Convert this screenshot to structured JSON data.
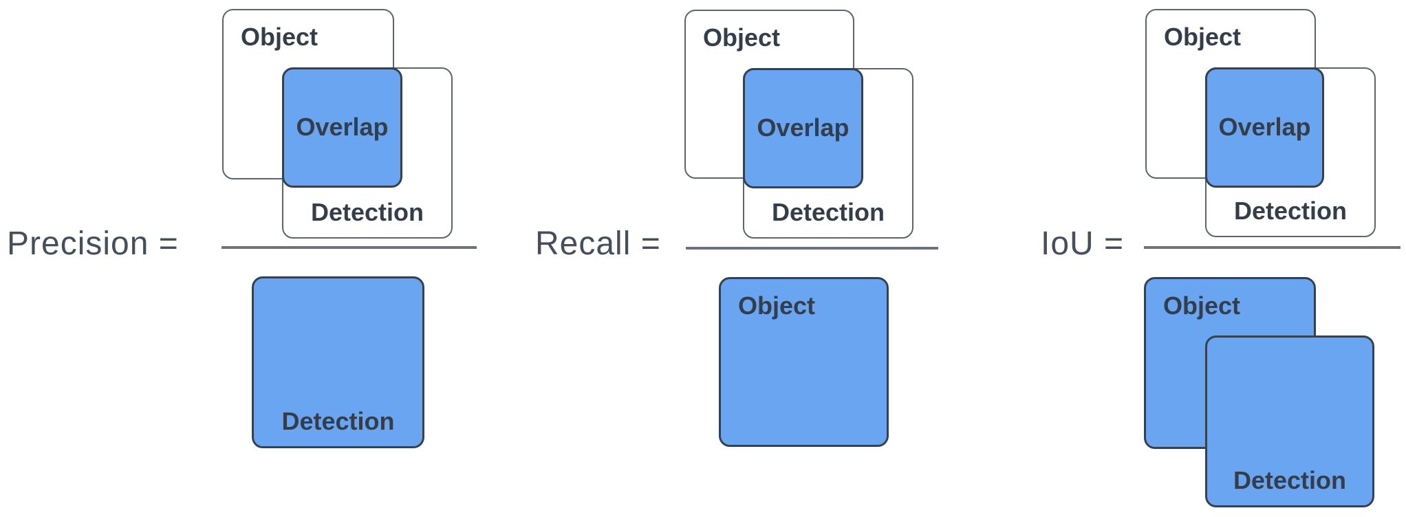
{
  "panels": [
    {
      "name": "precision",
      "formula": "Precision =",
      "numerator": {
        "object": "Object",
        "overlap": "Overlap",
        "detection": "Detection"
      },
      "denominator": {
        "detection": "Detection"
      }
    },
    {
      "name": "recall",
      "formula": "Recall =",
      "numerator": {
        "object": "Object",
        "overlap": "Overlap",
        "detection": "Detection"
      },
      "denominator": {
        "object": "Object"
      }
    },
    {
      "name": "iou",
      "formula": "IoU =",
      "numerator": {
        "object": "Object",
        "overlap": "Overlap",
        "detection": "Detection"
      },
      "denominator": {
        "object": "Object",
        "detection": "Detection"
      }
    }
  ],
  "colors": {
    "overlap-fill": "#6aa5f2",
    "blue-box-border": "#35414e",
    "white-box-border": "#5a646e",
    "box-label-text": "#333e4a",
    "formula-text": "#454e5b",
    "fraction-line": "#6d737d",
    "background": "#ffffff"
  }
}
